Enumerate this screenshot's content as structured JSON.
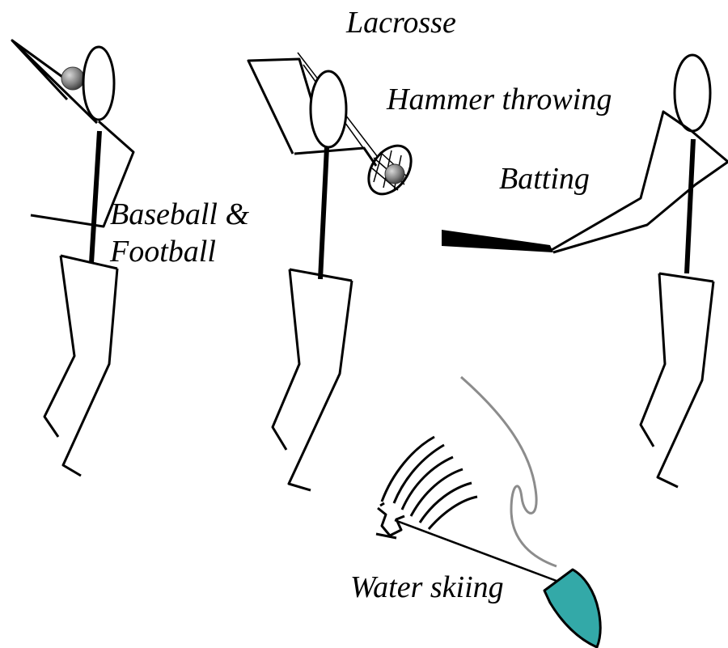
{
  "labels": {
    "lacrosse": "Lacrosse",
    "hammer": "Hammer throwing",
    "batting": "Batting",
    "baseball_line1": "Baseball &",
    "baseball_line2": "Football",
    "water_skiing": "Water skiing"
  },
  "colors": {
    "ink": "#000000",
    "ball": "#7a7a7a",
    "tow_rope": "#8c8c8c",
    "boat": "#33a9a8"
  }
}
